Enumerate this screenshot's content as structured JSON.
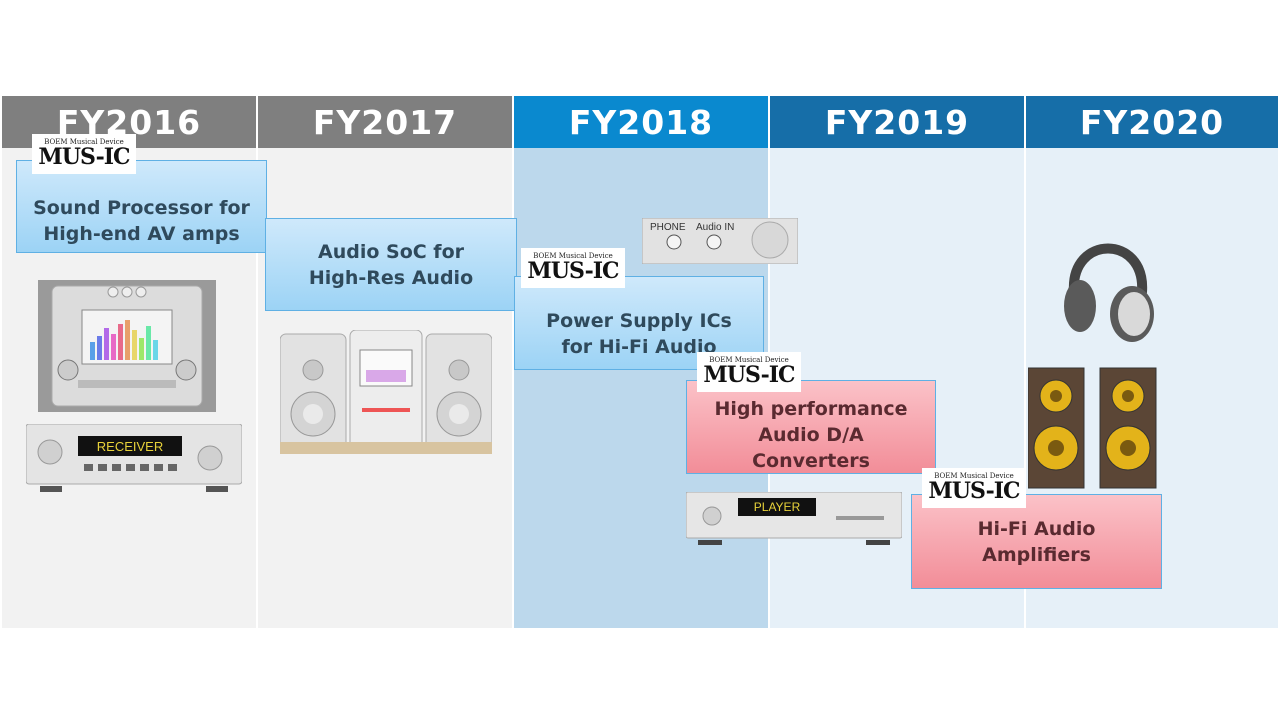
{
  "years": [
    "FY2016",
    "FY2017",
    "FY2018",
    "FY2019",
    "FY2020"
  ],
  "colors": {
    "gray_header": "#7f7f7f",
    "blue_header": "#0a89cf",
    "dark_blue_header": "#166ea8",
    "light_bg": "#f2f2f2",
    "highlight_bg": "#bcd8ec",
    "pale_bg": "#e6f0f8"
  },
  "logo": {
    "small_text": "BOEM Musical Device",
    "brand": "MUS-IC"
  },
  "products": [
    {
      "label": "Sound Processor for High-end AV amps"
    },
    {
      "label": "Audio SoC for High-Res Audio"
    },
    {
      "label": "Power Supply ICs for Hi-Fi Audio"
    },
    {
      "label": "High performance Audio D/A Converters"
    },
    {
      "label": "Hi-Fi Audio Amplifiers"
    }
  ],
  "devices": {
    "receiver_display": "RECEIVER",
    "player_display": "PLAYER",
    "panel_phone": "PHONE",
    "panel_audio_in": "Audio IN"
  }
}
